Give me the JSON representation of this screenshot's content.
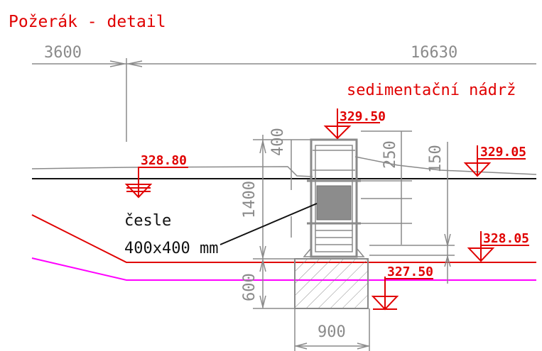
{
  "title": "Požerák - detail",
  "tank_label": "sedimentační nádrž",
  "grate_label": {
    "line1": "česle",
    "line2": "400x400 mm"
  },
  "levels": [
    {
      "id": "top",
      "value": "329.50"
    },
    {
      "id": "left-water",
      "value": "328.80"
    },
    {
      "id": "right-water",
      "value": "329.05"
    },
    {
      "id": "right-bottom",
      "value": "328.05"
    },
    {
      "id": "foundation",
      "value": "327.50"
    }
  ],
  "dimensions": {
    "left_span": "3600",
    "right_span": "16630",
    "top_height": "400",
    "total_height": "1400",
    "base_height": "600",
    "upper_gap": "250",
    "mid_height": "150",
    "base_width": "900"
  },
  "colors": {
    "red": "#e00000",
    "magenta": "#ff00ff",
    "gray": "#8a8a8a",
    "black": "#111111"
  }
}
